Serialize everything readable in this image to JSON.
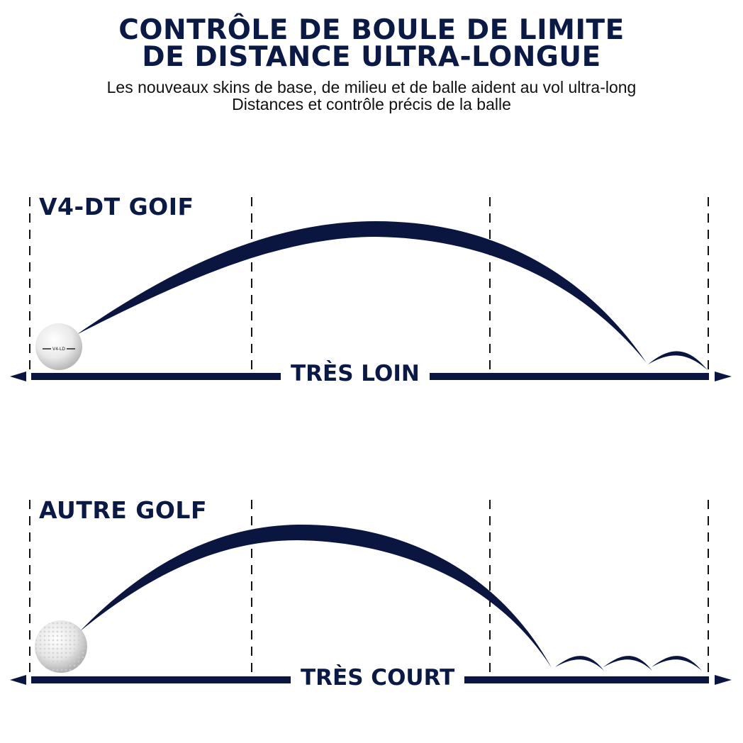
{
  "header": {
    "title_line1": "CONTRÔLE DE BOULE DE LIMITE",
    "title_line2": "DE DISTANCE ULTRA-LONGUE",
    "subtitle_line1": "Les nouveaux skins de base, de milieu et de balle aident au vol ultra-long",
    "subtitle_line2": "Distances et contrôle précis de la balle"
  },
  "colors": {
    "navy": "#0a1640",
    "dash": "#111111",
    "background": "#ffffff"
  },
  "panels": [
    {
      "label": "V4-DT GOIF",
      "range_label": "TRÈS LOIN",
      "ball_icon": "golf-ball-branded-icon",
      "ball_text": "V4-LD",
      "bounces": 1
    },
    {
      "label": "AUTRE GOLF",
      "range_label": "TRÈS COURT",
      "ball_icon": "golf-ball-dimpled-icon",
      "bounces": 3
    }
  ]
}
